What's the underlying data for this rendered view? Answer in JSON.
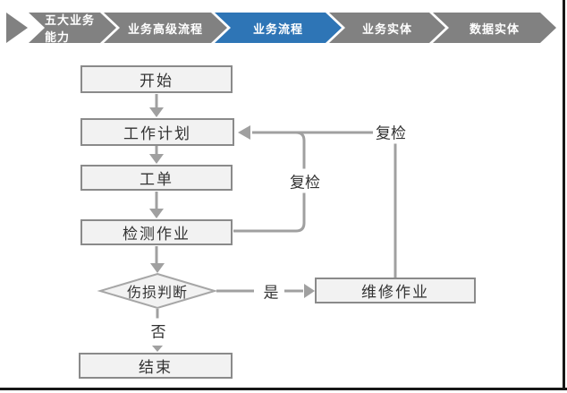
{
  "breadcrumb": {
    "items": [
      {
        "label": "五大业务能力",
        "active": false
      },
      {
        "label": "业务高级流程",
        "active": false
      },
      {
        "label": "业务流程",
        "active": true
      },
      {
        "label": "业务实体",
        "active": false
      },
      {
        "label": "数据实体",
        "active": false
      }
    ],
    "colors": {
      "inactive": "#818181",
      "active": "#2E75B6",
      "text": "#FFFFFF"
    }
  },
  "flowchart": {
    "nodes": {
      "start": {
        "label": "开始",
        "type": "process"
      },
      "plan": {
        "label": "工作计划",
        "type": "process"
      },
      "order": {
        "label": "工单",
        "type": "process"
      },
      "inspect": {
        "label": "检测作业",
        "type": "process"
      },
      "decision": {
        "label": "伤损判断",
        "type": "decision"
      },
      "repair": {
        "label": "维修作业",
        "type": "process"
      },
      "end": {
        "label": "结束",
        "type": "process"
      }
    },
    "edge_labels": {
      "yes": "是",
      "no": "否",
      "recheck_inner": "复检",
      "recheck_outer": "复检"
    },
    "colors": {
      "node_fill": "#F2F2F2",
      "node_border": "#8A8A8A",
      "connector": "#A0A0A0",
      "text": "#333333"
    }
  }
}
